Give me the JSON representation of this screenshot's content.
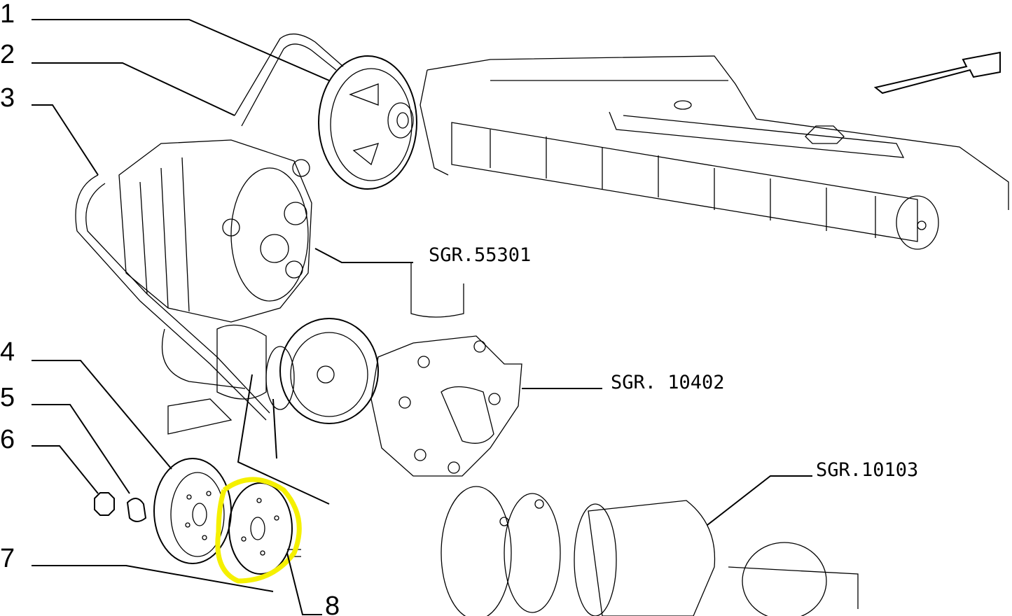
{
  "diagram": {
    "callouts": [
      "1",
      "2",
      "3",
      "4",
      "5",
      "6",
      "7",
      "8"
    ],
    "references": [
      "SGR.55301",
      "SGR. 10402",
      "SGR.10103"
    ],
    "highlight_color": "#f5f000",
    "highlighted_part": "8"
  }
}
